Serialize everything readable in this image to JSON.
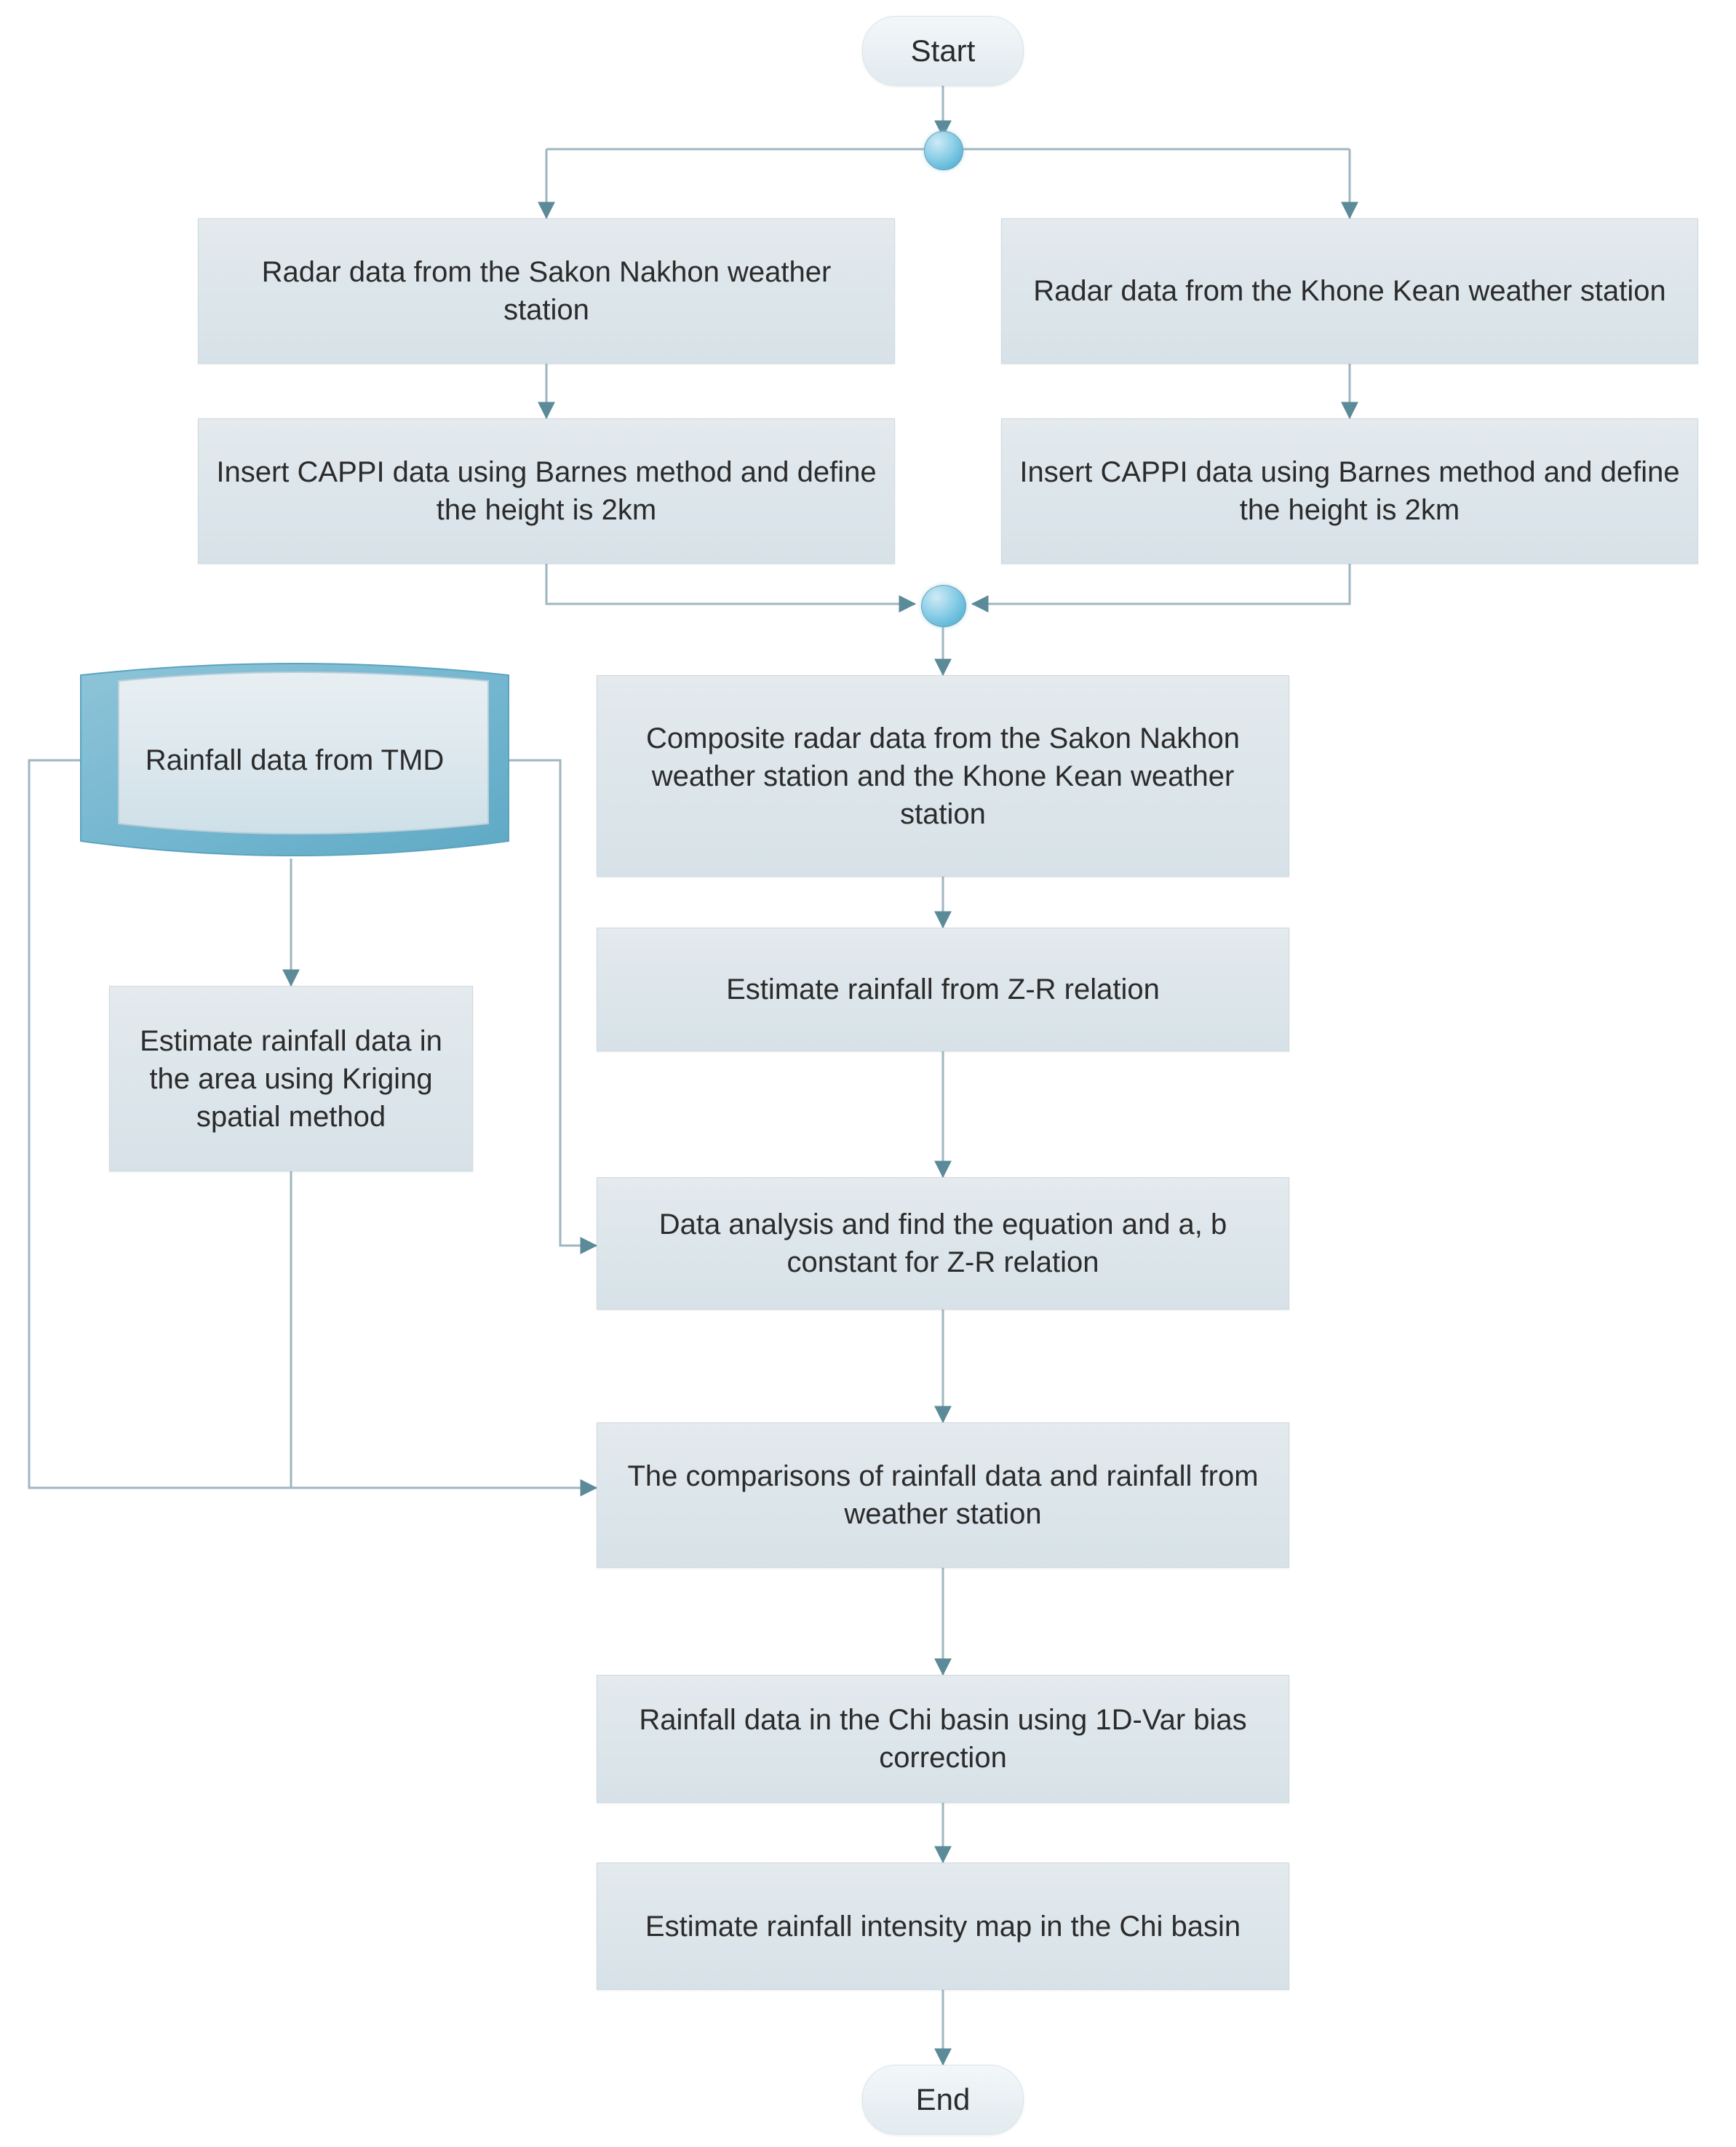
{
  "diagram": {
    "title": "Radar rainfall estimation workflow for the Chi basin",
    "background_color": "#ffffff",
    "node_fill_color": "#dde6eb",
    "node_border_color": "#cfd9de",
    "connector_color": "#9fb6c0",
    "arrow_color": "#5b8a99",
    "junction_color": "#5cb6d8",
    "text_color": "#2b2b2b"
  },
  "nodes": {
    "start": {
      "label": "Start",
      "shape": "terminator"
    },
    "radar_sakon": {
      "label": "Radar data from the Sakon Nakhon weather station",
      "shape": "process"
    },
    "radar_khone": {
      "label": "Radar data from the Khone Kean weather station",
      "shape": "process"
    },
    "cappi_left": {
      "label": "Insert CAPPI data using Barnes method and define the height is 2km",
      "shape": "process"
    },
    "cappi_right": {
      "label": "Insert CAPPI data using Barnes method and define the height is 2km",
      "shape": "process"
    },
    "tmd_data": {
      "label": "Rainfall data from TMD",
      "shape": "stored-data"
    },
    "composite": {
      "label": "Composite radar data from the Sakon Nakhon weather station and the Khone Kean weather station",
      "shape": "process"
    },
    "kriging": {
      "label": "Estimate rainfall data in the area using Kriging spatial method",
      "shape": "process"
    },
    "estimate_zr": {
      "label": "Estimate rainfall from Z-R relation",
      "shape": "process"
    },
    "data_analysis": {
      "label": "Data analysis and find the equation and a, b constant for Z-R relation",
      "shape": "process"
    },
    "comparisons": {
      "label": "The comparisons of rainfall data and rainfall from weather station",
      "shape": "process"
    },
    "bias_correction": {
      "label": "Rainfall data in the Chi basin using 1D-Var bias correction",
      "shape": "process"
    },
    "intensity_map": {
      "label": "Estimate rainfall intensity map in the Chi basin",
      "shape": "process"
    },
    "end": {
      "label": "End",
      "shape": "terminator"
    }
  },
  "junctions": {
    "split_top": {
      "name": "split-junction",
      "shape": "circle"
    },
    "merge_mid": {
      "name": "merge-junction",
      "shape": "circle"
    }
  },
  "edges": [
    {
      "from": "start",
      "to": "split_top"
    },
    {
      "from": "split_top",
      "to": "radar_sakon"
    },
    {
      "from": "split_top",
      "to": "radar_khone"
    },
    {
      "from": "radar_sakon",
      "to": "cappi_left"
    },
    {
      "from": "radar_khone",
      "to": "cappi_right"
    },
    {
      "from": "cappi_left",
      "to": "merge_mid"
    },
    {
      "from": "cappi_right",
      "to": "merge_mid"
    },
    {
      "from": "merge_mid",
      "to": "composite"
    },
    {
      "from": "composite",
      "to": "estimate_zr"
    },
    {
      "from": "estimate_zr",
      "to": "data_analysis"
    },
    {
      "from": "tmd_data",
      "to": "kriging"
    },
    {
      "from": "tmd_data",
      "to": "data_analysis"
    },
    {
      "from": "tmd_data",
      "to": "comparisons"
    },
    {
      "from": "kriging",
      "to": "comparisons"
    },
    {
      "from": "data_analysis",
      "to": "comparisons"
    },
    {
      "from": "comparisons",
      "to": "bias_correction"
    },
    {
      "from": "bias_correction",
      "to": "intensity_map"
    },
    {
      "from": "intensity_map",
      "to": "end"
    }
  ]
}
